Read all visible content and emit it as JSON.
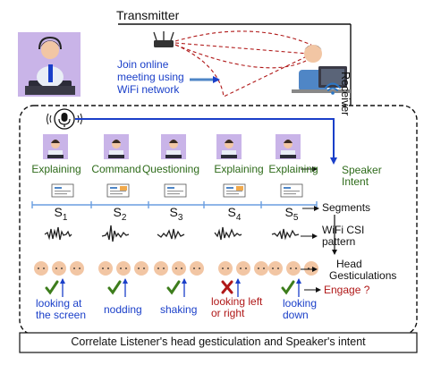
{
  "top": {
    "transmitter": "Transmitter",
    "receiver": "Receiver",
    "join_text": [
      "Join online",
      "meeting using",
      "WiFi network"
    ]
  },
  "intents": {
    "labels": [
      "Explaining",
      "Command",
      "Questioning",
      "Explaining",
      "Explaining"
    ],
    "legend": [
      "Speaker",
      "Intent"
    ]
  },
  "segments": {
    "letter": "S",
    "subscripts": [
      "1",
      "2",
      "3",
      "4",
      "5"
    ],
    "legend": "Segments"
  },
  "csi": {
    "legend": [
      "WiFi CSI",
      "pattern"
    ]
  },
  "head": {
    "legend": [
      "Head",
      "Gesticulations"
    ]
  },
  "engage": {
    "legend": "Engage ?"
  },
  "gestures": {
    "labels": [
      [
        "looking at",
        "the screen"
      ],
      [
        "nodding"
      ],
      [
        "shaking"
      ],
      [
        "looking left",
        "or right"
      ],
      [
        "looking",
        "down"
      ]
    ],
    "marks": [
      "check",
      "check",
      "check",
      "cross",
      "check"
    ]
  },
  "bottom": {
    "caption": "Correlate Listener's head gesticulation and Speaker's intent"
  },
  "colors": {
    "blue": "#1a3fc9",
    "green": "#2e6b1a",
    "red": "#b01818",
    "tile": "#c9b4e8",
    "check": "#3d7d1c",
    "cross": "#b01818"
  }
}
